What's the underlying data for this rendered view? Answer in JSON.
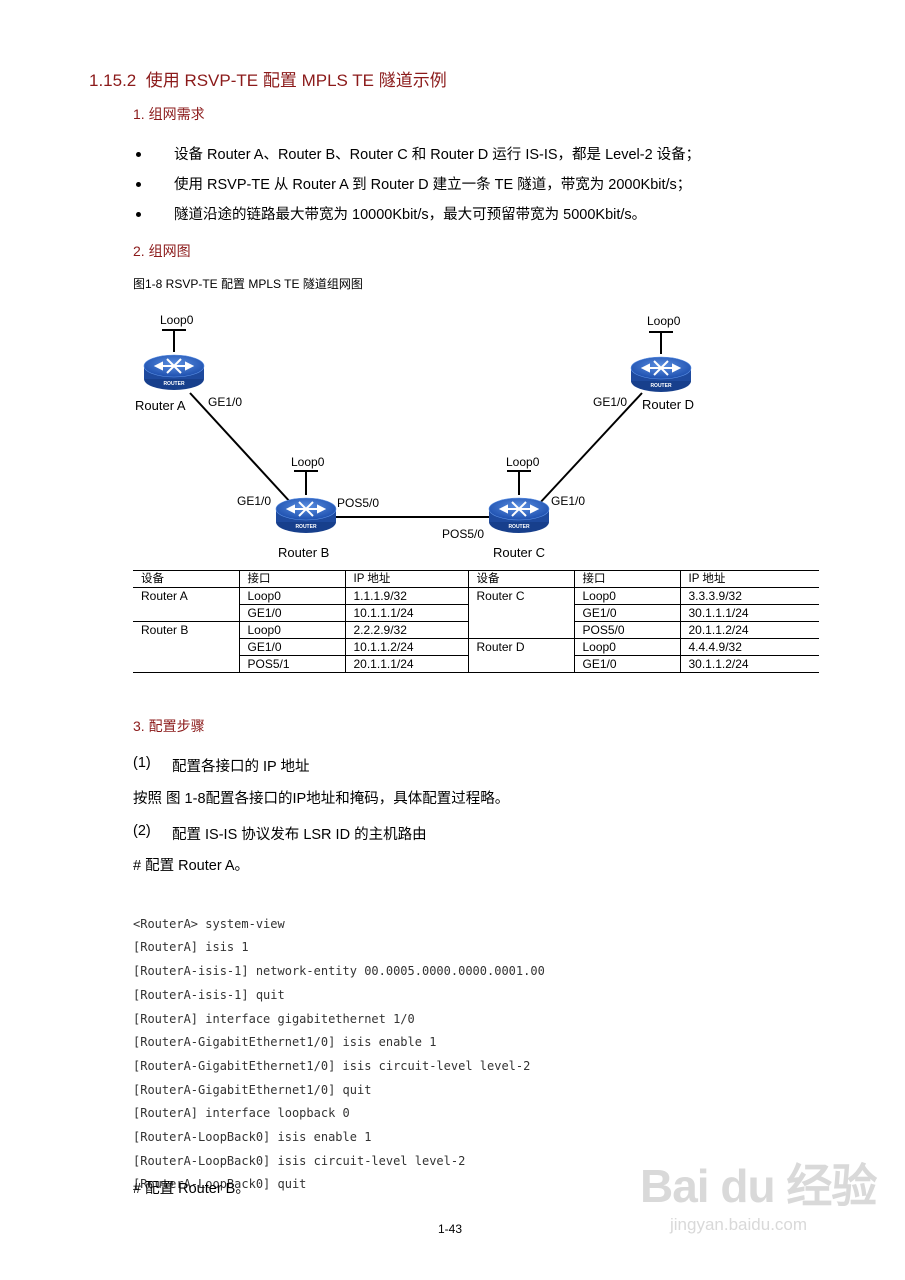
{
  "section": {
    "number": "1.15.2",
    "title": "使用 RSVP-TE 配置 MPLS TE 隧道示例"
  },
  "requirements": {
    "heading": "1. 组网需求",
    "bullets": [
      "设备 Router A、Router B、Router C 和 Router D 运行 IS-IS，都是 Level-2 设备；",
      "使用 RSVP-TE 从 Router A 到 Router D 建立一条 TE 隧道，带宽为 2000Kbit/s；",
      "隧道沿途的链路最大带宽为 10000Kbit/s，最大可预留带宽为 5000Kbit/s。"
    ]
  },
  "diagram": {
    "heading": "2. 组网图",
    "figure_title": "图1-8 RSVP-TE 配置 MPLS TE 隧道组网图",
    "routers": {
      "a": {
        "name": "Router A",
        "loop": "Loop0",
        "port": "GE1/0"
      },
      "b": {
        "name": "Router B",
        "loop": "Loop0",
        "port_left": "GE1/0",
        "port_right": "POS5/0"
      },
      "c": {
        "name": "Router C",
        "loop": "Loop0",
        "port_left": "POS5/0",
        "port_right": "GE1/0"
      },
      "d": {
        "name": "Router D",
        "loop": "Loop0",
        "port": "GE1/0"
      }
    },
    "router_badge": "ROUTER",
    "table": {
      "headers": [
        "设备",
        "接口",
        "IP 地址",
        "设备",
        "接口",
        "IP 地址"
      ],
      "rows": [
        [
          "Router A",
          "Loop0",
          "1.1.1.9/32",
          "Router C",
          "Loop0",
          "3.3.3.9/32"
        ],
        [
          "",
          "GE1/0",
          "10.1.1.1/24",
          "",
          "GE1/0",
          "30.1.1.1/24"
        ],
        [
          "Router B",
          "Loop0",
          "2.2.2.9/32",
          "",
          "POS5/0",
          "20.1.1.2/24"
        ],
        [
          "",
          "GE1/0",
          "10.1.1.2/24",
          "Router D",
          "Loop0",
          "4.4.4.9/32"
        ],
        [
          "",
          "POS5/1",
          "20.1.1.1/24",
          "",
          "GE1/0",
          "30.1.1.2/24"
        ]
      ]
    }
  },
  "steps": {
    "heading": "3. 配置步骤",
    "step1": {
      "num": "(1)",
      "text": "配置各接口的 IP 地址"
    },
    "step1_note": "按照 图 1-8配置各接口的IP地址和掩码，具体配置过程略。",
    "step2": {
      "num": "(2)",
      "text": "配置 IS-IS 协议发布 LSR ID 的主机路由"
    },
    "config_a": "# 配置 Router A。",
    "code_lines": [
      "<RouterA> system-view",
      "[RouterA] isis 1",
      "[RouterA-isis-1] network-entity 00.0005.0000.0000.0001.00",
      "[RouterA-isis-1] quit",
      "[RouterA] interface gigabitethernet 1/0",
      "[RouterA-GigabitEthernet1/0] isis enable 1",
      "[RouterA-GigabitEthernet1/0] isis circuit-level level-2",
      "[RouterA-GigabitEthernet1/0] quit",
      "[RouterA] interface loopback 0",
      "[RouterA-LoopBack0] isis enable 1",
      "[RouterA-LoopBack0] isis circuit-level level-2",
      "[RouterA-LoopBack0] quit"
    ],
    "config_b": "# 配置 Router B。"
  },
  "page_number": "1-43",
  "watermark": {
    "brand": "Bai du 经验",
    "url": "jingyan.baidu.com"
  }
}
